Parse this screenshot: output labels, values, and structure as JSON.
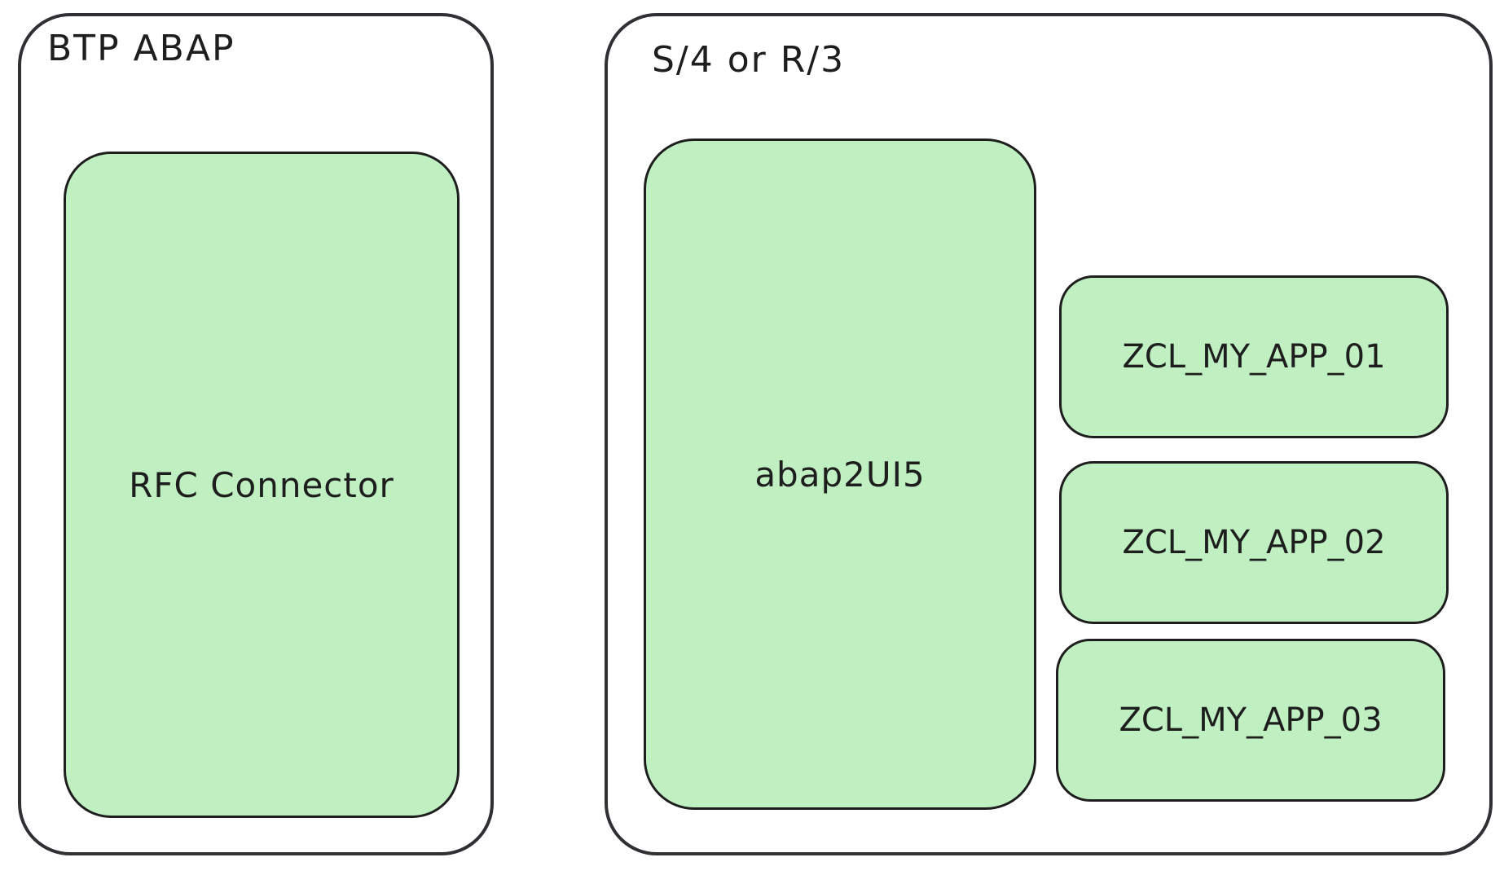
{
  "containers": [
    {
      "title": "BTP ABAP",
      "components": [
        {
          "label": "RFC Connector"
        }
      ]
    },
    {
      "title": "S/4 or R/3",
      "components": [
        {
          "label": "abap2UI5"
        },
        {
          "label": "ZCL_MY_APP_01"
        },
        {
          "label": "ZCL_MY_APP_02"
        },
        {
          "label": "ZCL_MY_APP_03"
        }
      ]
    }
  ],
  "colors": {
    "frame_border": "#2f3033",
    "box_fill": "#c0f0c2",
    "box_border": "#1e1e1e",
    "text": "#1e1e1e"
  }
}
